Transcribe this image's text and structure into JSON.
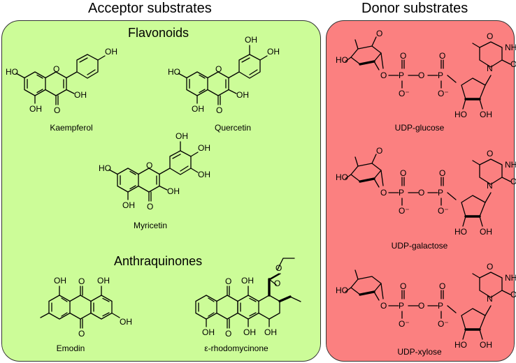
{
  "headers": {
    "acceptor": "Acceptor substrates",
    "donor": "Donor substrates"
  },
  "sections": {
    "flavonoids": "Flavonoids",
    "anthraquinones": "Anthraquinones"
  },
  "captions": {
    "kaempferol": "Kaempferol",
    "quercetin": "Quercetin",
    "myricetin": "Myricetin",
    "emodin": "Emodin",
    "rhodomycinone": "ε-rhodomycinone",
    "udp_glucose": "UDP-glucose",
    "udp_galactose": "UDP-galactose",
    "udp_xylose": "UDP-xylose"
  },
  "atom_labels": {
    "OH": "OH",
    "HO": "HO",
    "O": "O",
    "P": "P",
    "N": "N",
    "NH": "NH",
    "O_minus": "O⁻",
    "minus": "−"
  },
  "colors": {
    "acceptor_panel": "#ccfc98",
    "donor_panel": "#fb8080"
  }
}
